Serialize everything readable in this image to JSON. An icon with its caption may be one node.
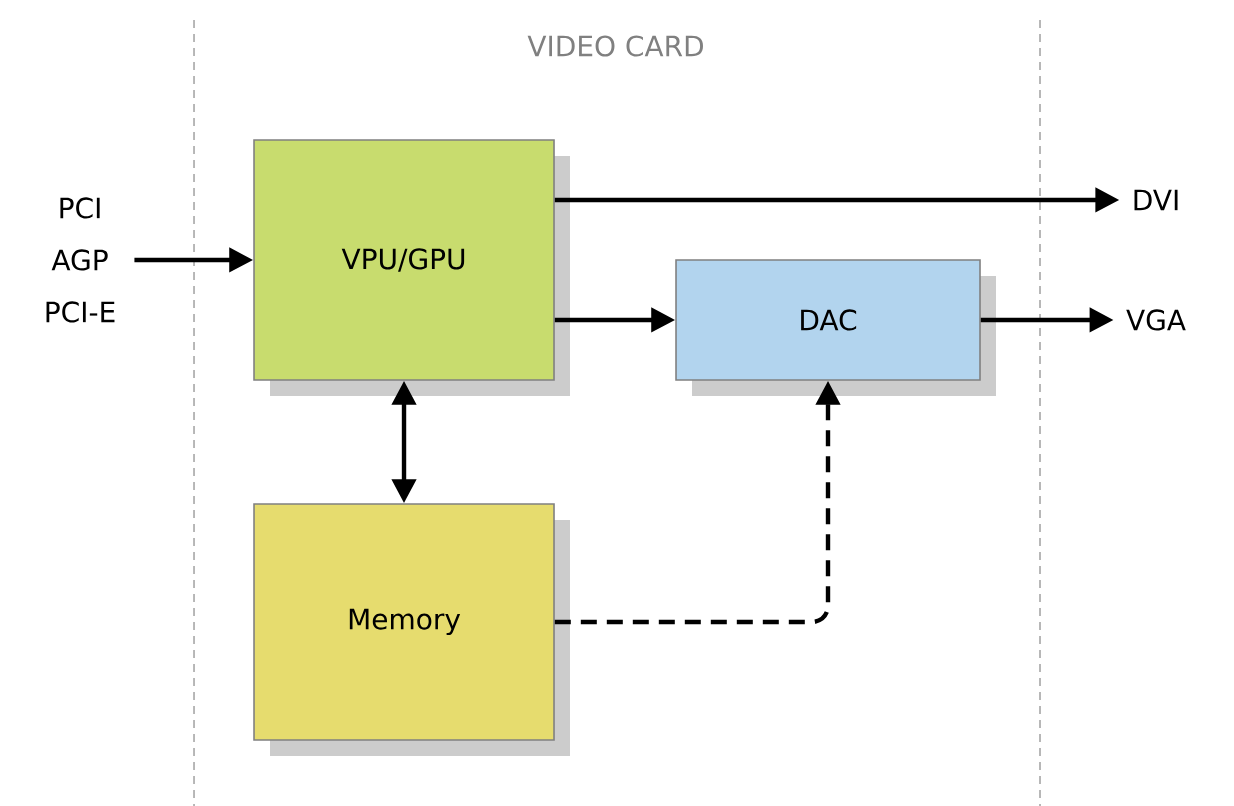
{
  "diagram": {
    "nodes": [
      {
        "text": [
          "PCI AGP PCI-E"
        ]
      },
      {
        "text": [
          "VPU/GPU"
        ]
      },
      {
        "text": [
          "DAC"
        ]
      },
      {
        "text": [
          "Memory"
        ]
      },
      {
        "text": [
          "DVI"
        ]
      },
      {
        "text": [
          "VGA"
        ]
      }
    ],
    "edges": [
      {
        "from": 0,
        "to": 1,
        "arrow": "to"
      },
      {
        "from": 1,
        "to": 4,
        "arrow": "to"
      },
      {
        "from": 1,
        "to": 2,
        "arrow": "to"
      },
      {
        "from": 2,
        "to": 5,
        "arrow": "to"
      },
      {
        "from": 1,
        "to": 3,
        "arrow": "both"
      },
      {
        "from": 3,
        "to": 2,
        "arrow": "to",
        "style": "dashed"
      }
    ],
    "labels": [
      "VIDEO CARD"
    ]
  }
}
